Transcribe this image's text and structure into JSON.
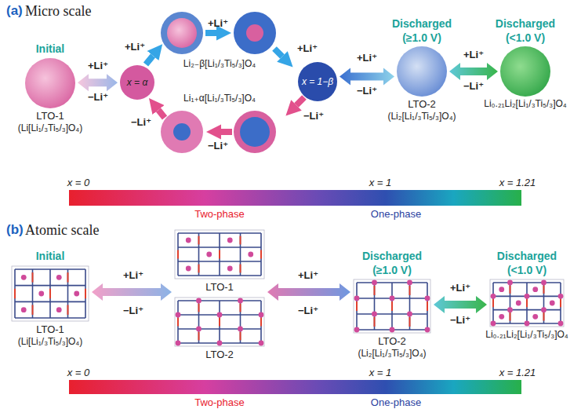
{
  "diagram": {
    "nodes": [
      {
        "text": [
          "Initial",
          "LTO-1",
          "(Li[Li₁/₃Ti₅/₃]O₄)"
        ]
      },
      {
        "text": [
          "x = α"
        ]
      },
      {
        "text": [
          "x = 1−β"
        ]
      },
      {
        "text": [
          "Discharged (≥1.0 V)",
          "LTO-2",
          "(Li₂[Li₁/₃Ti₅/₃]O₄)"
        ]
      },
      {
        "text": [
          "Discharged (<1.0 V)",
          "Li₀.₂₁Li₂[Li₁/₃Ti₅/₃]O₄"
        ]
      },
      {
        "text": [
          "Initial",
          "LTO-1",
          "(Li[Li₁/₃Ti₅/₃]O₄)"
        ]
      },
      {
        "text": [
          "LTO-1"
        ]
      },
      {
        "text": [
          "LTO-2"
        ]
      },
      {
        "text": [
          "Discharged (≥1.0 V)",
          "LTO-2",
          "(Li₂[Li₁/₃Ti₅/₃]O₄)"
        ]
      },
      {
        "text": [
          "Discharged (<1.0 V)",
          "Li₀.₂₁Li₂[Li₁/₃Ti₅/₃]O₄"
        ]
      }
    ],
    "edges": [
      {
        "from": 0,
        "to": 1,
        "arrow": "both"
      },
      {
        "from": 2,
        "to": 3,
        "arrow": "both"
      },
      {
        "from": 3,
        "to": 4,
        "arrow": "both"
      },
      {
        "from": 5,
        "to": 6,
        "arrow": "both"
      },
      {
        "from": 6,
        "to": 8,
        "arrow": "both"
      },
      {
        "from": 8,
        "to": 9,
        "arrow": "both"
      }
    ],
    "labels": [
      "(a)",
      "Micro scale",
      "+Li⁺",
      "−Li⁺",
      "+Li⁺",
      "+Li⁺",
      "+Li⁺",
      "Li₂₋β[Li₁/₃Ti₅/₃]O₄",
      "Li₁₊α[Li₁/₃Ti₅/₃]O₄",
      "−Li⁺",
      "−Li⁺",
      "−Li⁺",
      "+Li⁺",
      "−Li⁺",
      "+Li⁺",
      "−Li⁺",
      "x = 0",
      "x = 1",
      "x = 1.21",
      "Two-phase",
      "One-phase",
      "(b)",
      "Atomic scale",
      "+Li⁺",
      "−Li⁺",
      "+Li⁺",
      "−Li⁺",
      "+Li⁺",
      "−Li⁺",
      "x = 0",
      "x = 1",
      "x = 1.21",
      "Two-phase",
      "One-phase"
    ]
  }
}
